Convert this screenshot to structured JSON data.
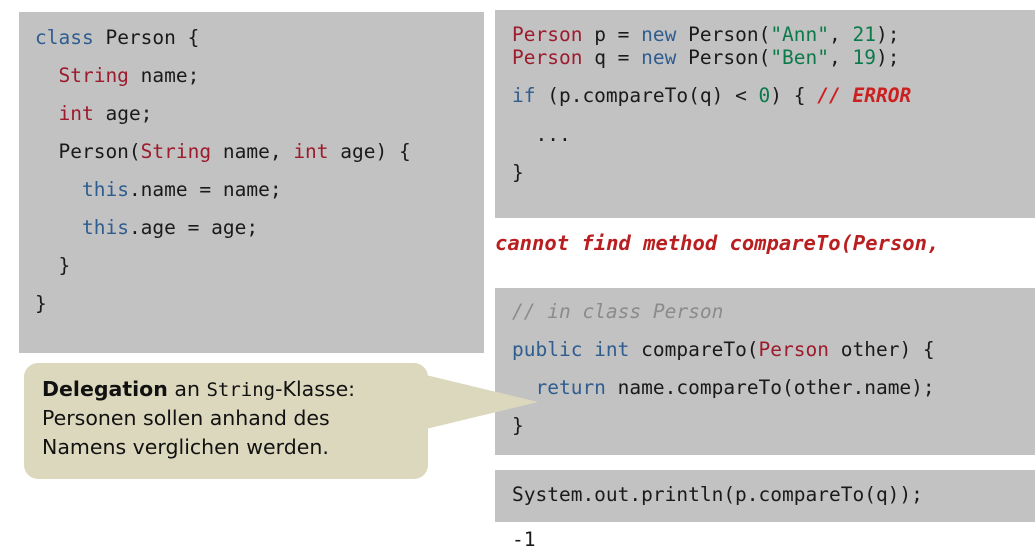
{
  "theme": {
    "page_background": "#ffffff",
    "code_background": "#c2c2c2",
    "callout_background": "#dcd8bd",
    "keyword_color": "#2f5d8f",
    "type_color": "#9c1b2c",
    "string_color": "#0b7a4b",
    "comment_color": "#8b8b8b",
    "error_color": "#b91f20",
    "text_color": "#1a1a1a"
  },
  "left_class_block": {
    "name": "Person class definition",
    "lines": [
      {
        "tokens": [
          {
            "t": "class ",
            "c": "kw"
          },
          {
            "t": "Person {",
            "c": "pln"
          }
        ]
      },
      {
        "tokens": [
          {
            "t": "  ",
            "c": "pln"
          },
          {
            "t": "String",
            "c": "typ"
          },
          {
            "t": " name;",
            "c": "pln"
          }
        ]
      },
      {
        "tokens": [
          {
            "t": "  ",
            "c": "pln"
          },
          {
            "t": "int",
            "c": "typ"
          },
          {
            "t": " age;",
            "c": "pln"
          }
        ]
      },
      {
        "tokens": [
          {
            "t": "  Person(",
            "c": "pln"
          },
          {
            "t": "String",
            "c": "typ"
          },
          {
            "t": " name, ",
            "c": "pln"
          },
          {
            "t": "int",
            "c": "typ"
          },
          {
            "t": " age) {",
            "c": "pln"
          }
        ]
      },
      {
        "tokens": [
          {
            "t": "    ",
            "c": "pln"
          },
          {
            "t": "this",
            "c": "kw"
          },
          {
            "t": ".name = name;",
            "c": "pln"
          }
        ]
      },
      {
        "tokens": [
          {
            "t": "    ",
            "c": "pln"
          },
          {
            "t": "this",
            "c": "kw"
          },
          {
            "t": ".age = age;",
            "c": "pln"
          }
        ]
      },
      {
        "tokens": [
          {
            "t": "  }",
            "c": "pln"
          }
        ]
      },
      {
        "tokens": [
          {
            "t": "}",
            "c": "pln"
          }
        ]
      }
    ]
  },
  "right_usage_block": {
    "name": "usage snippet with compile error",
    "lines": [
      {
        "tight": true,
        "tokens": [
          {
            "t": "Person",
            "c": "typ"
          },
          {
            "t": " p = ",
            "c": "pln"
          },
          {
            "t": "new",
            "c": "kw"
          },
          {
            "t": " Person(",
            "c": "pln"
          },
          {
            "t": "\"Ann\"",
            "c": "str"
          },
          {
            "t": ", ",
            "c": "pln"
          },
          {
            "t": "21",
            "c": "num"
          },
          {
            "t": ");",
            "c": "pln"
          }
        ]
      },
      {
        "tokens": [
          {
            "t": "Person",
            "c": "typ"
          },
          {
            "t": " q = ",
            "c": "pln"
          },
          {
            "t": "new",
            "c": "kw"
          },
          {
            "t": " Person(",
            "c": "pln"
          },
          {
            "t": "\"Ben\"",
            "c": "str"
          },
          {
            "t": ", ",
            "c": "pln"
          },
          {
            "t": "19",
            "c": "num"
          },
          {
            "t": ");",
            "c": "pln"
          }
        ]
      },
      {
        "tokens": [
          {
            "t": "if",
            "c": "kw"
          },
          {
            "t": " (p.compareTo(q) < ",
            "c": "pln"
          },
          {
            "t": "0",
            "c": "num"
          },
          {
            "t": ") { ",
            "c": "pln"
          },
          {
            "t": "// ERROR",
            "c": "err"
          }
        ]
      },
      {
        "tokens": [
          {
            "t": "  ...",
            "c": "pln"
          }
        ]
      },
      {
        "tokens": [
          {
            "t": "}",
            "c": "pln"
          }
        ]
      }
    ]
  },
  "compiler_error": {
    "message": "cannot find method compareTo(Person,"
  },
  "right_method_block": {
    "name": "compareTo method implementation",
    "lines": [
      {
        "tokens": [
          {
            "t": "// in class Person",
            "c": "cmt"
          }
        ]
      },
      {
        "tokens": [
          {
            "t": "public int",
            "c": "kw"
          },
          {
            "t": " compareTo(",
            "c": "pln"
          },
          {
            "t": "Person",
            "c": "typ"
          },
          {
            "t": " other) {",
            "c": "pln"
          }
        ]
      },
      {
        "tokens": [
          {
            "t": "  ",
            "c": "pln"
          },
          {
            "t": "return",
            "c": "kw"
          },
          {
            "t": " name.compareTo(other.name);",
            "c": "pln"
          }
        ]
      },
      {
        "tokens": [
          {
            "t": "}",
            "c": "pln"
          }
        ]
      }
    ]
  },
  "right_println_block": {
    "name": "println call",
    "lines": [
      {
        "tokens": [
          {
            "t": "System.out.println(p.compareTo(q));",
            "c": "pln"
          }
        ]
      }
    ]
  },
  "program_output": {
    "value": "-1"
  },
  "delegation_callout": {
    "line1_strong": "Delegation",
    "line1_mid": " an ",
    "line1_mono": "String",
    "line1_end": "-Klasse:",
    "line2": "Personen sollen anhand des",
    "line3": "Namens verglichen werden."
  }
}
